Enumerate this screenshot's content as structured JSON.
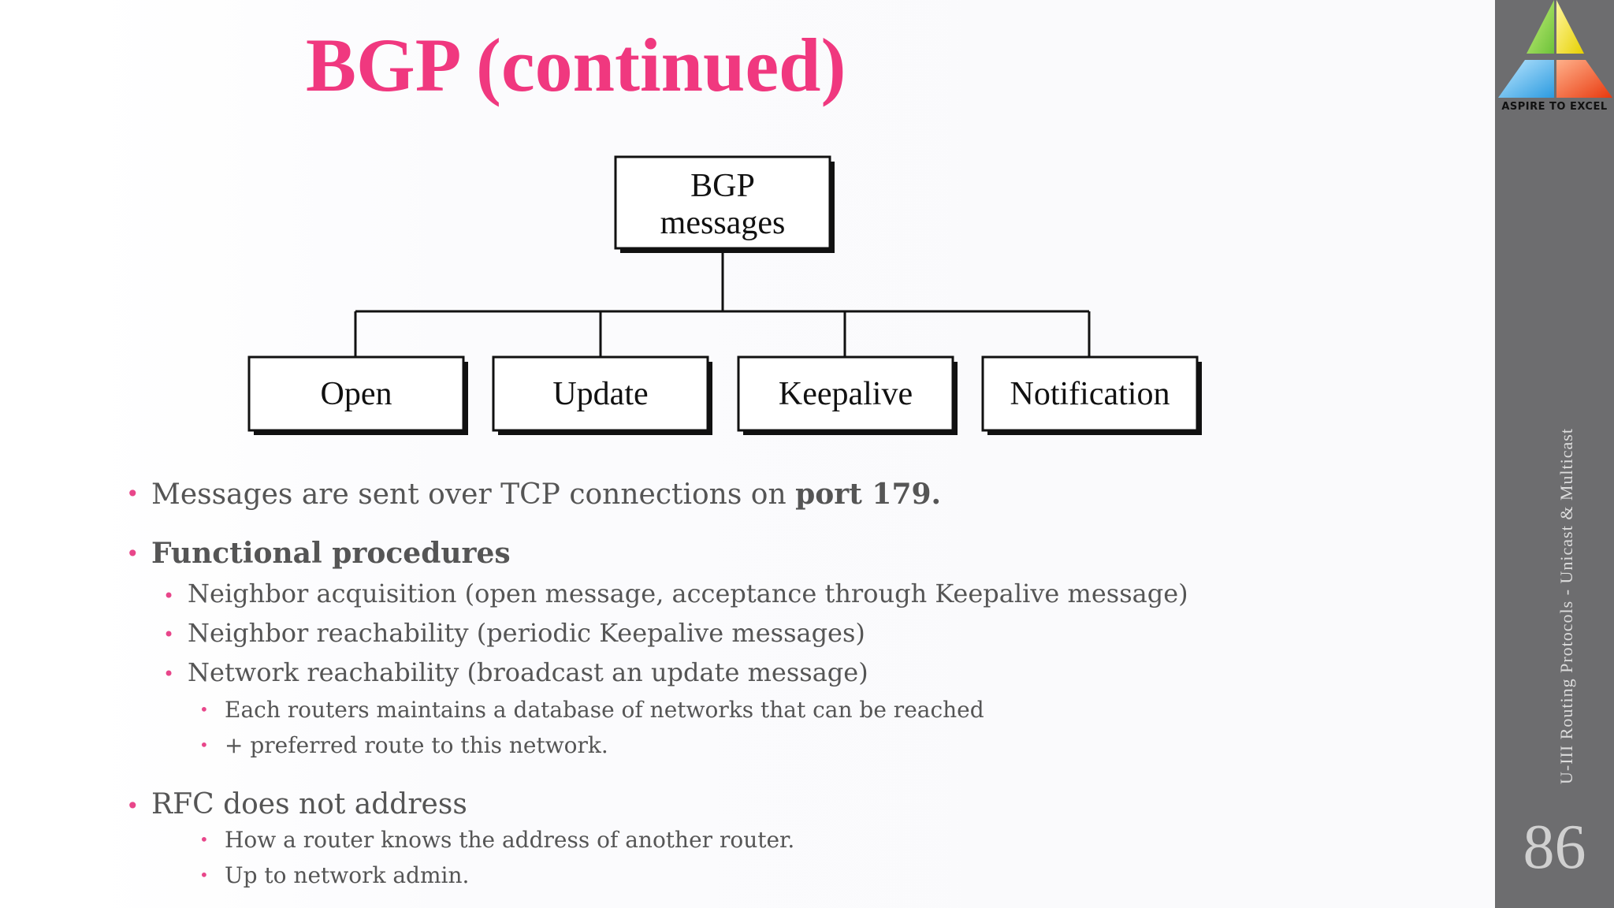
{
  "slide": {
    "title": "BGP (continued)",
    "diagram": {
      "root": {
        "line1": "BGP",
        "line2": "messages"
      },
      "children": [
        "Open",
        "Update",
        "Keepalive",
        "Notification"
      ]
    },
    "bullets": {
      "b1_text": "Messages are sent over TCP connections on ",
      "b1_bold": "port 179.",
      "b2": "Functional procedures",
      "b2_1": "Neighbor acquisition (open message, acceptance through Keepalive message)",
      "b2_2": "Neighbor reachability (periodic Keepalive messages)",
      "b2_3": "Network reachability (broadcast an update message)",
      "b2_3_1": "Each routers maintains a database of networks that can be reached",
      "b2_3_2": "+ preferred route to this network.",
      "b3": "RFC does not address",
      "b3_1": "How a router knows the address of another router.",
      "b3_2": "Up to network admin."
    },
    "bullet_glyph": "•"
  },
  "sidebar": {
    "logo_text": "ASPIRE TO EXCEL",
    "footer": "U-III Routing Protocols - Unicast & Multicast",
    "page_number": "86"
  },
  "colors": {
    "title": "#f0387f",
    "bullet": "#e8468a",
    "sidebar": "#6d6d6f"
  }
}
